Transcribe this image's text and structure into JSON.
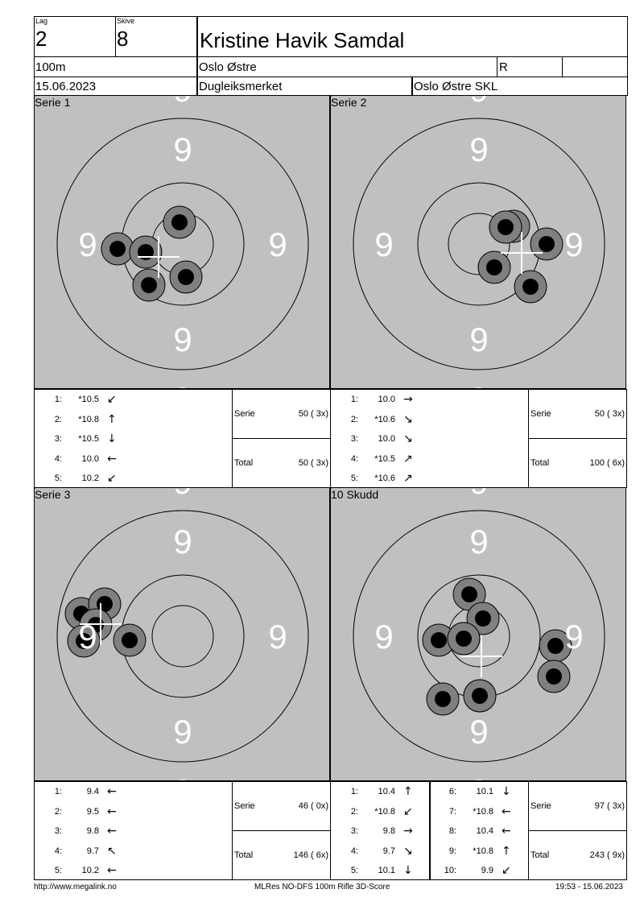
{
  "header": {
    "lag_label": "Lag",
    "lag": "2",
    "skive_label": "Skive",
    "skive": "8",
    "name": "Kristine Havik Samdal",
    "distance": "100m",
    "club": "Oslo Østre",
    "class": "R",
    "extra": "",
    "date": "15.06.2023",
    "event": "Dugleiksmerket",
    "range": "Oslo Østre SKL"
  },
  "ring_label": "9",
  "panels": [
    {
      "title": "Serie 1",
      "shots": [
        [
          -4,
          -27
        ],
        [
          -81,
          6
        ],
        [
          -46,
          10
        ],
        [
          4,
          41
        ],
        [
          -42,
          51
        ]
      ],
      "mpi": [
        -30,
        16
      ],
      "list": [
        {
          "n": "1:",
          "v": "*10.5",
          "a": "↙"
        },
        {
          "n": "2:",
          "v": "*10.8",
          "a": "↑"
        },
        {
          "n": "3:",
          "v": "*10.5",
          "a": "↓"
        },
        {
          "n": "4:",
          "v": "10.0",
          "a": "←"
        },
        {
          "n": "5:",
          "v": "10.2",
          "a": "↙"
        }
      ],
      "serie_label": "Serie",
      "serie": "50 ( 3x)",
      "total_label": "Total",
      "total": "50 ( 3x)"
    },
    {
      "title": "Serie 2",
      "shots": [
        [
          43,
          -22
        ],
        [
          33,
          -21
        ],
        [
          84,
          0
        ],
        [
          19,
          29
        ],
        [
          64,
          53
        ]
      ],
      "mpi": [
        53,
        11
      ],
      "list": [
        {
          "n": "1:",
          "v": "10.0",
          "a": "→"
        },
        {
          "n": "2:",
          "v": "*10.6",
          "a": "↘"
        },
        {
          "n": "3:",
          "v": "10.0",
          "a": "↘"
        },
        {
          "n": "4:",
          "v": "*10.5",
          "a": "↗"
        },
        {
          "n": "5:",
          "v": "*10.6",
          "a": "↗"
        }
      ],
      "serie_label": "Serie",
      "serie": "50 ( 3x)",
      "total_label": "Total",
      "total": "100 ( 6x)"
    },
    {
      "title": "Serie 3",
      "shots": [
        [
          -126,
          -28
        ],
        [
          -97,
          -40
        ],
        [
          -108,
          -14
        ],
        [
          -123,
          6
        ],
        [
          -66,
          5
        ]
      ],
      "mpi": [
        -102,
        -15
      ],
      "list": [
        {
          "n": "1:",
          "v": "9.4",
          "a": "←"
        },
        {
          "n": "2:",
          "v": "9.5",
          "a": "←"
        },
        {
          "n": "3:",
          "v": "9.8",
          "a": "←"
        },
        {
          "n": "4:",
          "v": "9.7",
          "a": "↖"
        },
        {
          "n": "5:",
          "v": "10.2",
          "a": "←"
        }
      ],
      "serie_label": "Serie",
      "serie": "46 ( 0x)",
      "total_label": "Total",
      "total": "146 ( 6x)"
    },
    {
      "title": "10 Skudd",
      "shots": [
        [
          -12,
          -52
        ],
        [
          -19,
          3
        ],
        [
          -50,
          5
        ],
        [
          95,
          12
        ],
        [
          93,
          50
        ],
        [
          -45,
          78
        ],
        [
          1,
          74
        ],
        [
          5,
          -22
        ],
        [
          1,
          74
        ],
        [
          -19,
          3
        ]
      ],
      "mpi": [
        3,
        25
      ],
      "list": [
        {
          "n": "1:",
          "v": "10.4",
          "a": "↑"
        },
        {
          "n": "2:",
          "v": "*10.8",
          "a": "↙"
        },
        {
          "n": "3:",
          "v": "9.8",
          "a": "→"
        },
        {
          "n": "4:",
          "v": "9.7",
          "a": "↘"
        },
        {
          "n": "5:",
          "v": "10.1",
          "a": "↓"
        },
        {
          "n": "6:",
          "v": "10.1",
          "a": "↓"
        },
        {
          "n": "7:",
          "v": "*10.8",
          "a": "←"
        },
        {
          "n": "8:",
          "v": "10.4",
          "a": "←"
        },
        {
          "n": "9:",
          "v": "*10.8",
          "a": "↑"
        },
        {
          "n": "10:",
          "v": "9.9",
          "a": "↙"
        }
      ],
      "serie_label": "Serie",
      "serie": "97 ( 3x)",
      "total_label": "Total",
      "total": "243 ( 9x)"
    }
  ],
  "footer": {
    "url": "http://www.megalink.no",
    "software": "MLRes NO-DFS 100m Rifle 3D-Score",
    "timestamp": "19:53 - 15.06.2023"
  },
  "colors": {
    "target_bg": "#c0c0c0",
    "shot_ring": "#808080",
    "shot_core": "#000000",
    "mpi": "#ffffff"
  }
}
